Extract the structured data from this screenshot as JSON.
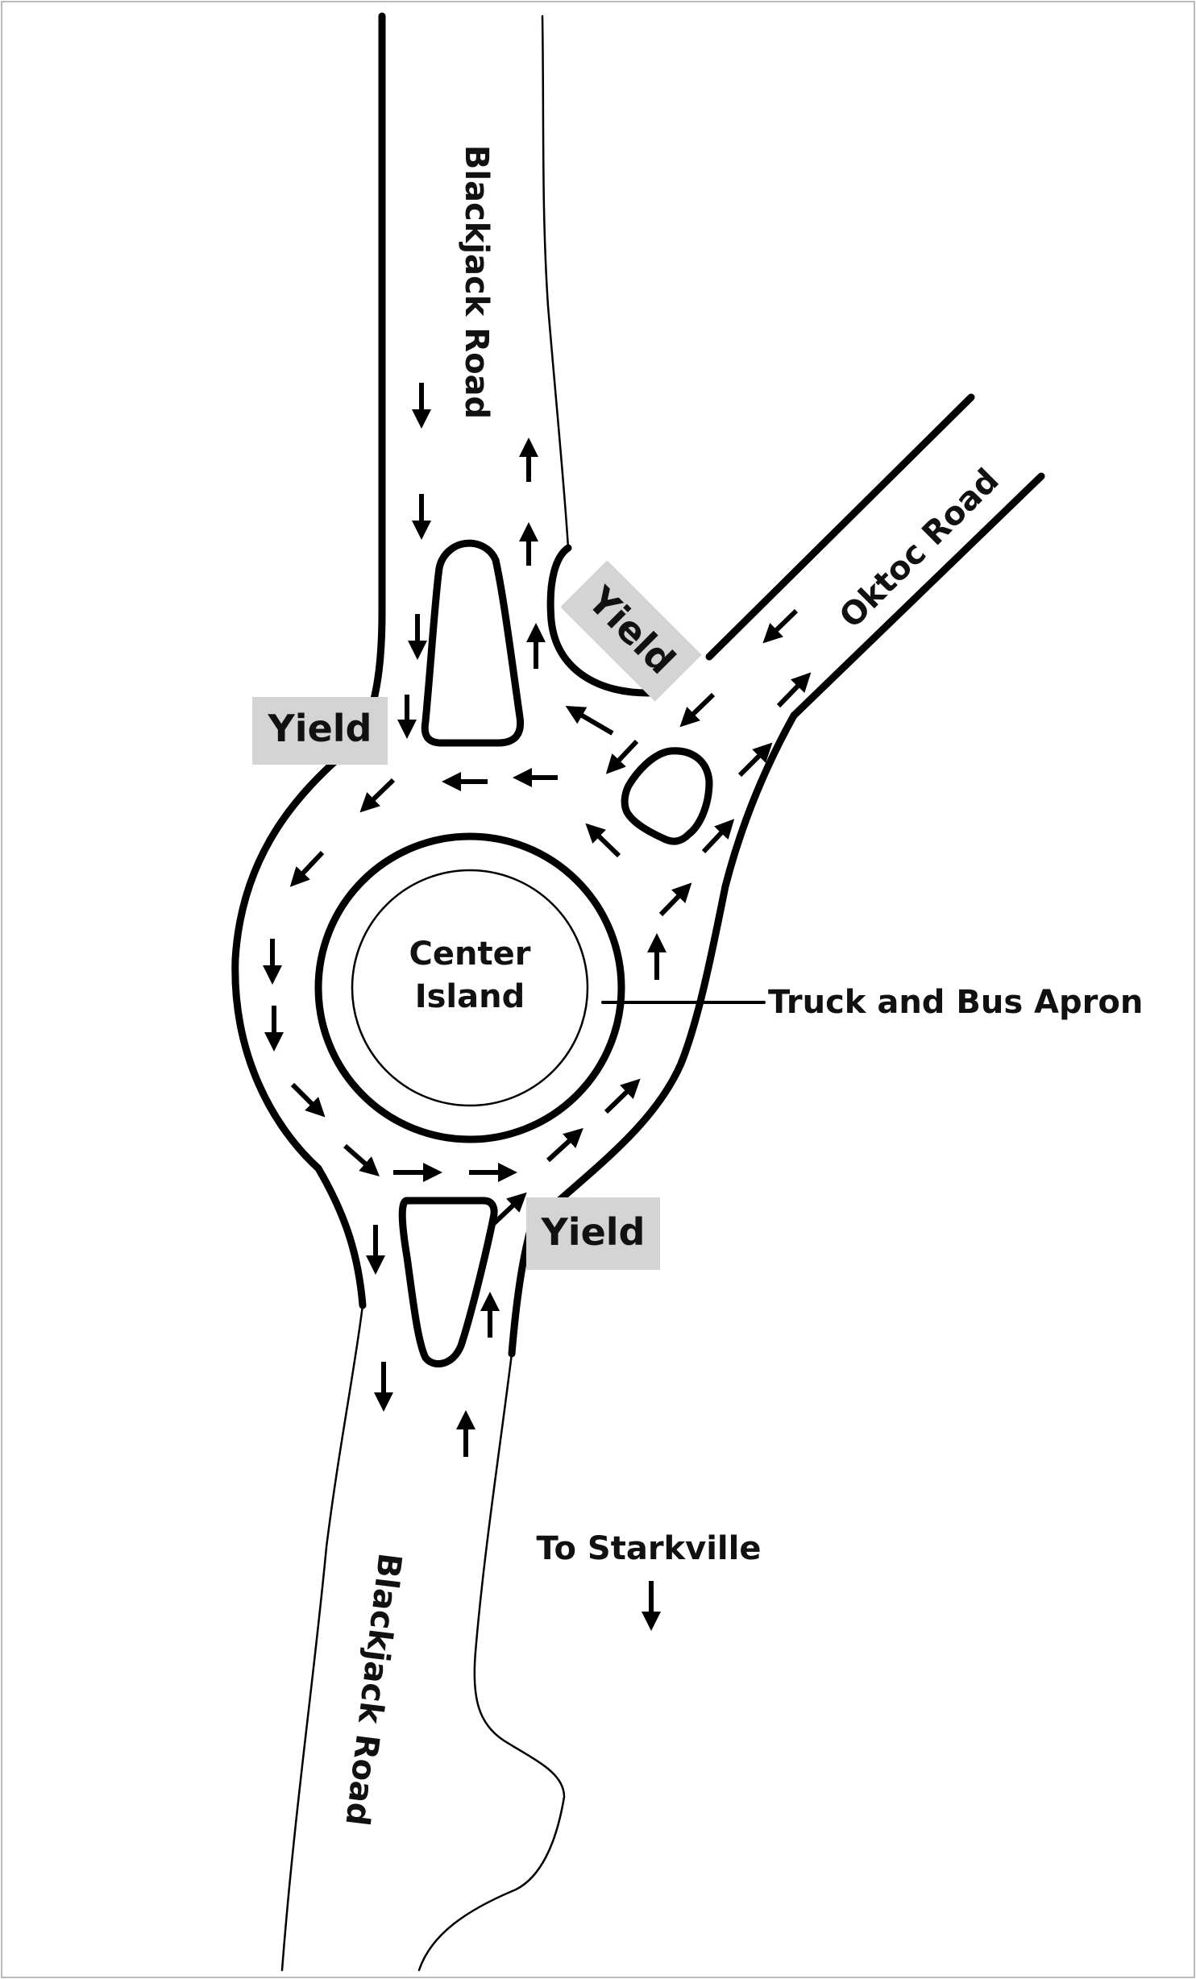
{
  "roads": {
    "north": "Blackjack Road",
    "south": "Blackjack Road",
    "northeast": "Oktoc Road"
  },
  "center_island": {
    "line1": "Center",
    "line2": "Island"
  },
  "apron_label": "Truck and Bus Apron",
  "yield_signs": {
    "northwest": "Yield",
    "northeast": "Yield",
    "south": "Yield"
  },
  "destination": {
    "label": "To Starkville",
    "arrow": "down-arrow-icon"
  }
}
